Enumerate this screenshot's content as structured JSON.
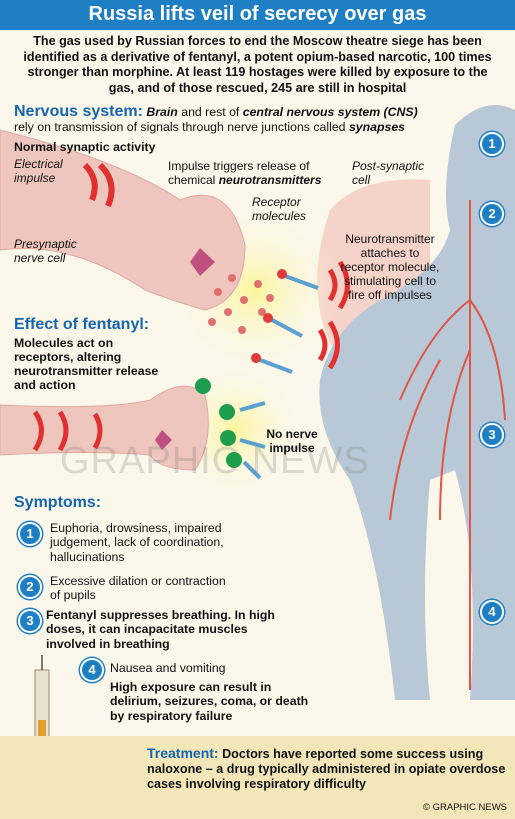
{
  "title": "Russia lifts veil of secrecy over gas",
  "intro": "The gas used by Russian forces to end the Moscow theatre siege has been identified as a derivative of fentanyl, a potent opium-based narcotic, 100 times stronger than morphine. At least 119 hostages were killed by exposure to the gas, and of those rescued, 245 are still in hospital",
  "nervous": {
    "heading": "Nervous system:",
    "t1": "Brain",
    "t2": " and rest of ",
    "t3": "central nervous system (CNS)",
    "t4": "rely on transmission of signals through nerve junctions called ",
    "t5": "synapses"
  },
  "normal": {
    "heading": "Normal synaptic activity",
    "electrical": "Electrical impulse",
    "impulse_triggers": "Impulse triggers release of chemical ",
    "neurotransmitters": "neurotransmitters",
    "post_synaptic": "Post-synaptic cell",
    "receptor": "Receptor molecules",
    "presynaptic": "Presynaptic nerve cell",
    "attaches": "Neurotransmitter attaches to receptor molecule, stimulating cell to fire off impulses"
  },
  "fentanyl": {
    "heading": "Effect of fentanyl:",
    "text": "Molecules act on receptors, altering neurotransmitter release and action",
    "no_impulse": "No nerve impulse"
  },
  "symptoms": {
    "heading": "Symptoms:",
    "items": [
      {
        "num": "1",
        "text": "Euphoria, drowsiness, impaired judgement, lack of coordination, hallucinations"
      },
      {
        "num": "2",
        "text": "Excessive dilation or contraction of pupils"
      },
      {
        "num": "3",
        "text": "Fentanyl suppresses breathing. In high doses, it can incapacitate muscles involved in breathing"
      },
      {
        "num": "4",
        "text": "Nausea and vomiting"
      }
    ],
    "high_exposure": "High exposure can result in delirium, seizures, coma, or death by respiratory failure"
  },
  "body_markers": [
    "1",
    "2",
    "3",
    "4"
  ],
  "treatment": {
    "heading": "Treatment:",
    "text": " Doctors have reported some success using naloxone – a drug typically administered in opiate overdose cases involving respiratory difficulty"
  },
  "credit": "© GRAPHIC NEWS",
  "watermark": "GRAPHIC NEWS",
  "colors": {
    "accent": "#1f7fc4",
    "heading": "#1566b0",
    "nerve": "#e8b8b0",
    "glow": "#f7e98a",
    "receptor": "#e23b3b",
    "fentanyl": "#1e9e4c",
    "treatment_bg": "#f3e7b9"
  }
}
